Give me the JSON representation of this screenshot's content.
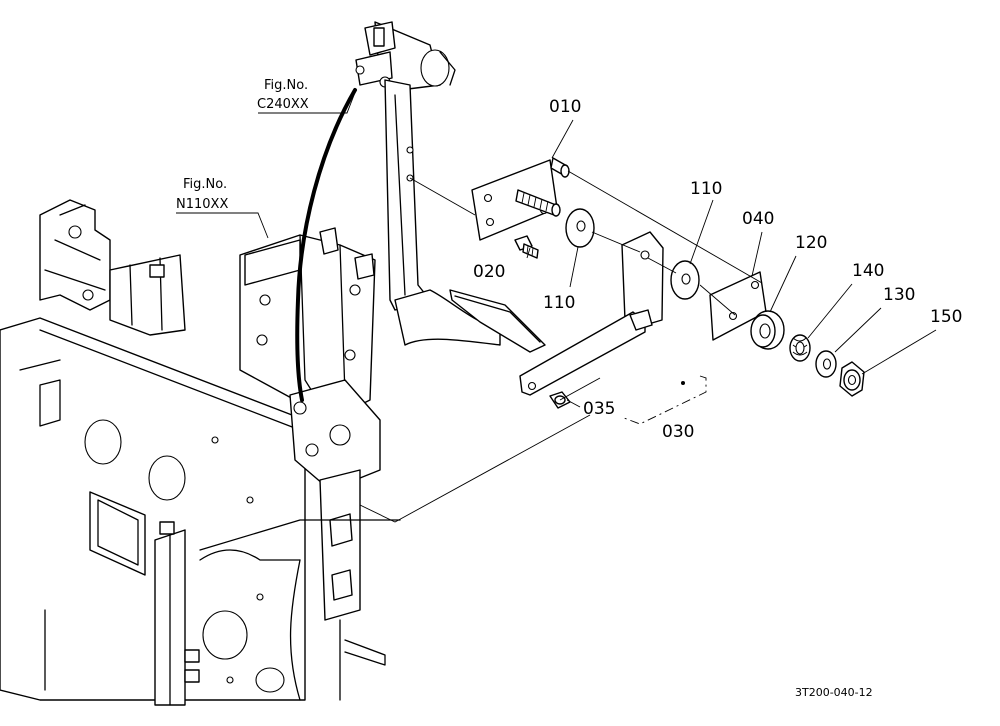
{
  "figure": {
    "ref_labels": [
      {
        "id": "c240",
        "line1": "Fig.No.",
        "line2": "C240XX"
      },
      {
        "id": "n110",
        "line1": "Fig.No.",
        "line2": "N110XX"
      }
    ],
    "part_labels": {
      "p010": "010",
      "p020": "020",
      "p110a": "110",
      "p110b": "110",
      "p040": "040",
      "p120": "120",
      "p140": "140",
      "p130": "130",
      "p150": "150",
      "p035": "035",
      "p030": "030"
    },
    "drawing_code": "3T200-040-12"
  }
}
